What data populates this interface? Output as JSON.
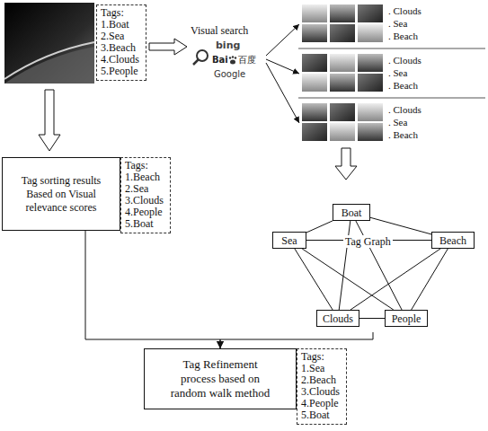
{
  "diagram": {
    "nodes": [
      {
        "text": [
          "Tags:",
          "1.Boat",
          "2.Sea",
          "3.Beach",
          "4.Clouds",
          "5.People"
        ]
      },
      {
        "text": [
          "Tag sorting results Based on Visual relevance scores"
        ]
      },
      {
        "text": [
          "Tags:",
          "1.Beach",
          "2.Sea",
          "3.Clouds",
          "4.People",
          "5.Boat"
        ]
      },
      {
        "text": [
          "Tag Refinement process based on random walk method"
        ]
      },
      {
        "text": [
          "Tags:",
          "1.Sea",
          "2.Beach",
          "3.Clouds",
          "4.People",
          "5.Boat"
        ]
      },
      {
        "text": [
          "Tag Graph"
        ]
      },
      {
        "text": [
          "Boat"
        ],
        "in": 5
      },
      {
        "text": [
          "Sea"
        ],
        "in": 5
      },
      {
        "text": [
          "Beach"
        ],
        "in": 5
      },
      {
        "text": [
          "Clouds"
        ],
        "in": 5
      },
      {
        "text": [
          "People"
        ],
        "in": 5
      }
    ],
    "edges": [
      {
        "from": 6,
        "to": 7,
        "arrow": "none"
      },
      {
        "from": 6,
        "to": 8,
        "arrow": "none"
      },
      {
        "from": 6,
        "to": 9,
        "arrow": "none"
      },
      {
        "from": 6,
        "to": 10,
        "arrow": "none"
      },
      {
        "from": 7,
        "to": 8,
        "arrow": "none"
      },
      {
        "from": 7,
        "to": 9,
        "arrow": "none"
      },
      {
        "from": 7,
        "to": 10,
        "arrow": "none"
      },
      {
        "from": 8,
        "to": 9,
        "arrow": "none"
      },
      {
        "from": 8,
        "to": 10,
        "arrow": "none"
      },
      {
        "from": 9,
        "to": 10,
        "arrow": "none"
      },
      {
        "from": 1,
        "to": 3,
        "arrow": "to"
      },
      {
        "from": 5,
        "to": 3,
        "arrow": "to"
      }
    ],
    "labels": [
      "Visual search",
      "bing",
      "Bai",
      "百度",
      "Google",
      ". Clouds",
      ". Sea",
      ". Beach",
      ". Clouds",
      ". Sea",
      ". Beach",
      ". Clouds",
      ". Sea",
      ". Beach"
    ]
  }
}
